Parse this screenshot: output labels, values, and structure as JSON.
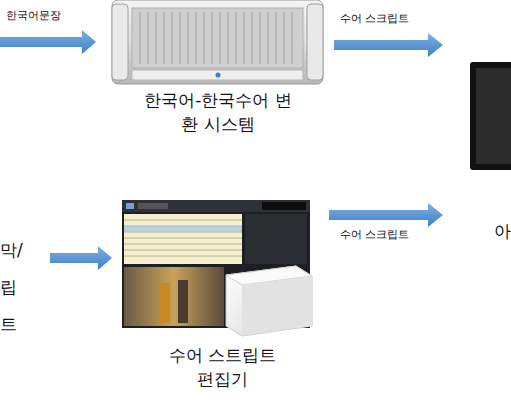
{
  "diagram": {
    "nodes": [
      {
        "text": [
          "한국어-한국수어 변환 시스템"
        ]
      },
      {
        "text": [
          "수어 스트립트 편집기"
        ]
      }
    ],
    "labels": [
      "한국어문장",
      "수어 스크립트",
      "수어 스크립트",
      "막/ 립트",
      "아"
    ]
  }
}
